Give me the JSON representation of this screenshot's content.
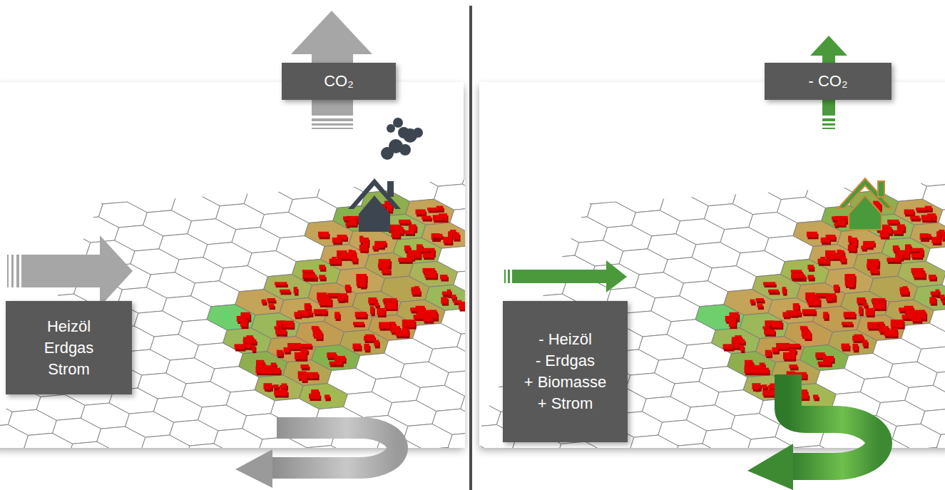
{
  "diagram": {
    "nodes": [
      {
        "text": [
          "CO₂"
        ]
      },
      {
        "text": [
          "Heizöl",
          "Erdgas",
          "Strom"
        ]
      },
      {
        "text": [
          "- CO₂"
        ]
      },
      {
        "text": [
          "- Heizöl",
          "- Erdgas",
          "+ Biomasse",
          "+ Strom"
        ]
      }
    ]
  }
}
